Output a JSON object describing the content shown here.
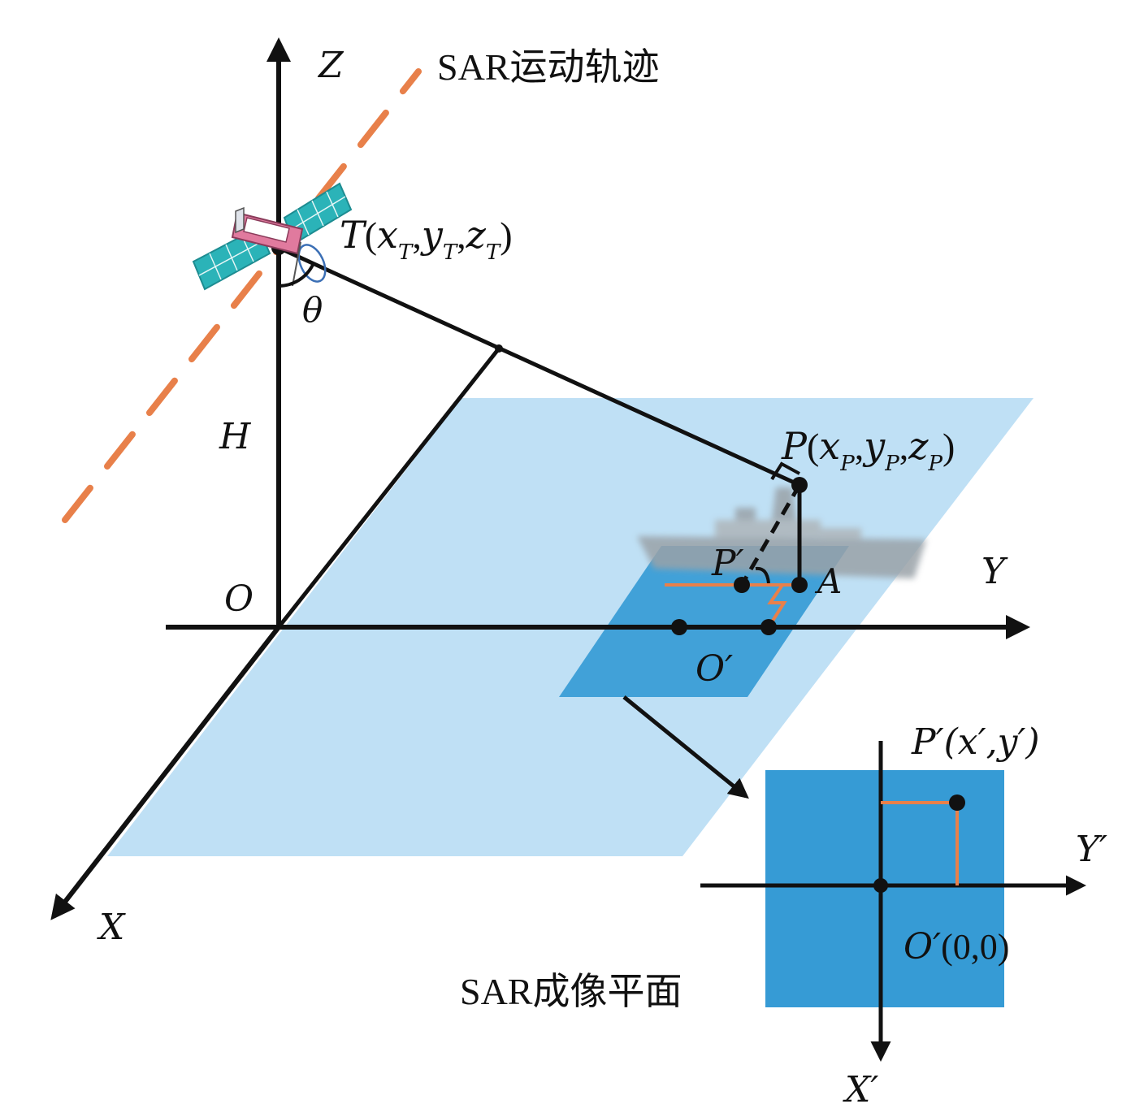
{
  "axes": {
    "z": "Z",
    "y": "Y",
    "x": "X",
    "origin": "O",
    "height": "H",
    "angle": "θ"
  },
  "trajectory_label": "SAR运动轨迹",
  "satellite_point": {
    "name": "T",
    "open": "(",
    "x": "x",
    "x_sub": "T",
    "y": "y",
    "y_sub": "T",
    "z": "z",
    "z_sub": "T",
    "close": ")"
  },
  "target_point": {
    "name": "P",
    "open": "(",
    "x": "x",
    "x_sub": "P",
    "y": "y",
    "y_sub": "P",
    "z": "z",
    "z_sub": "P",
    "close": ")"
  },
  "projected_point": "P′",
  "foot_point": "A",
  "image_origin": "O′",
  "inset": {
    "point_name": "P′",
    "point_coords": "(x′,y′)",
    "y_axis": "Y′",
    "x_axis": "X′",
    "origin_name": "O′",
    "origin_coords": "(0,0)"
  },
  "imaging_plane_label": "SAR成像平面",
  "colors": {
    "trajectory": "#e8804a",
    "ground_plane": "#bfe0f5",
    "imaging_plane": "#369bd5",
    "axis": "#111111",
    "projection_line": "#e8804a",
    "solar_panel": "#2bb3b8",
    "satellite_body": "#e07a9e"
  }
}
